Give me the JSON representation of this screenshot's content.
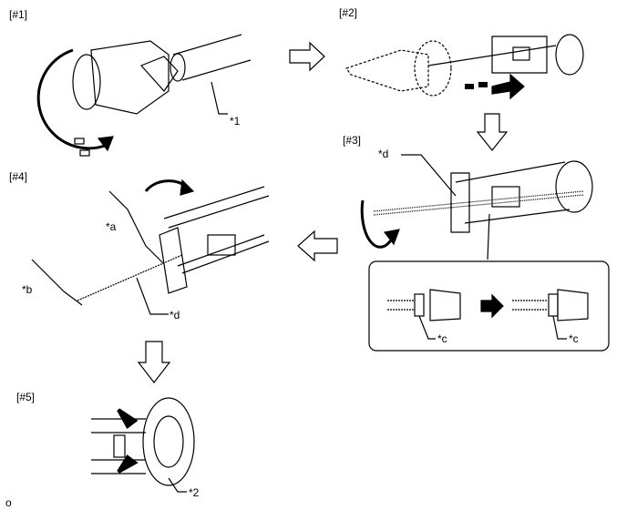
{
  "steps": {
    "s1": "[#1]",
    "s2": "[#2]",
    "s3": "[#3]",
    "s4": "[#4]",
    "s5": "[#5]"
  },
  "callouts": {
    "n1": "*1",
    "n2": "*2",
    "a": "*a",
    "b": "*b",
    "c1": "*c",
    "c2": "*c",
    "d1": "*d",
    "d2": "*d"
  },
  "figure_code": "o"
}
